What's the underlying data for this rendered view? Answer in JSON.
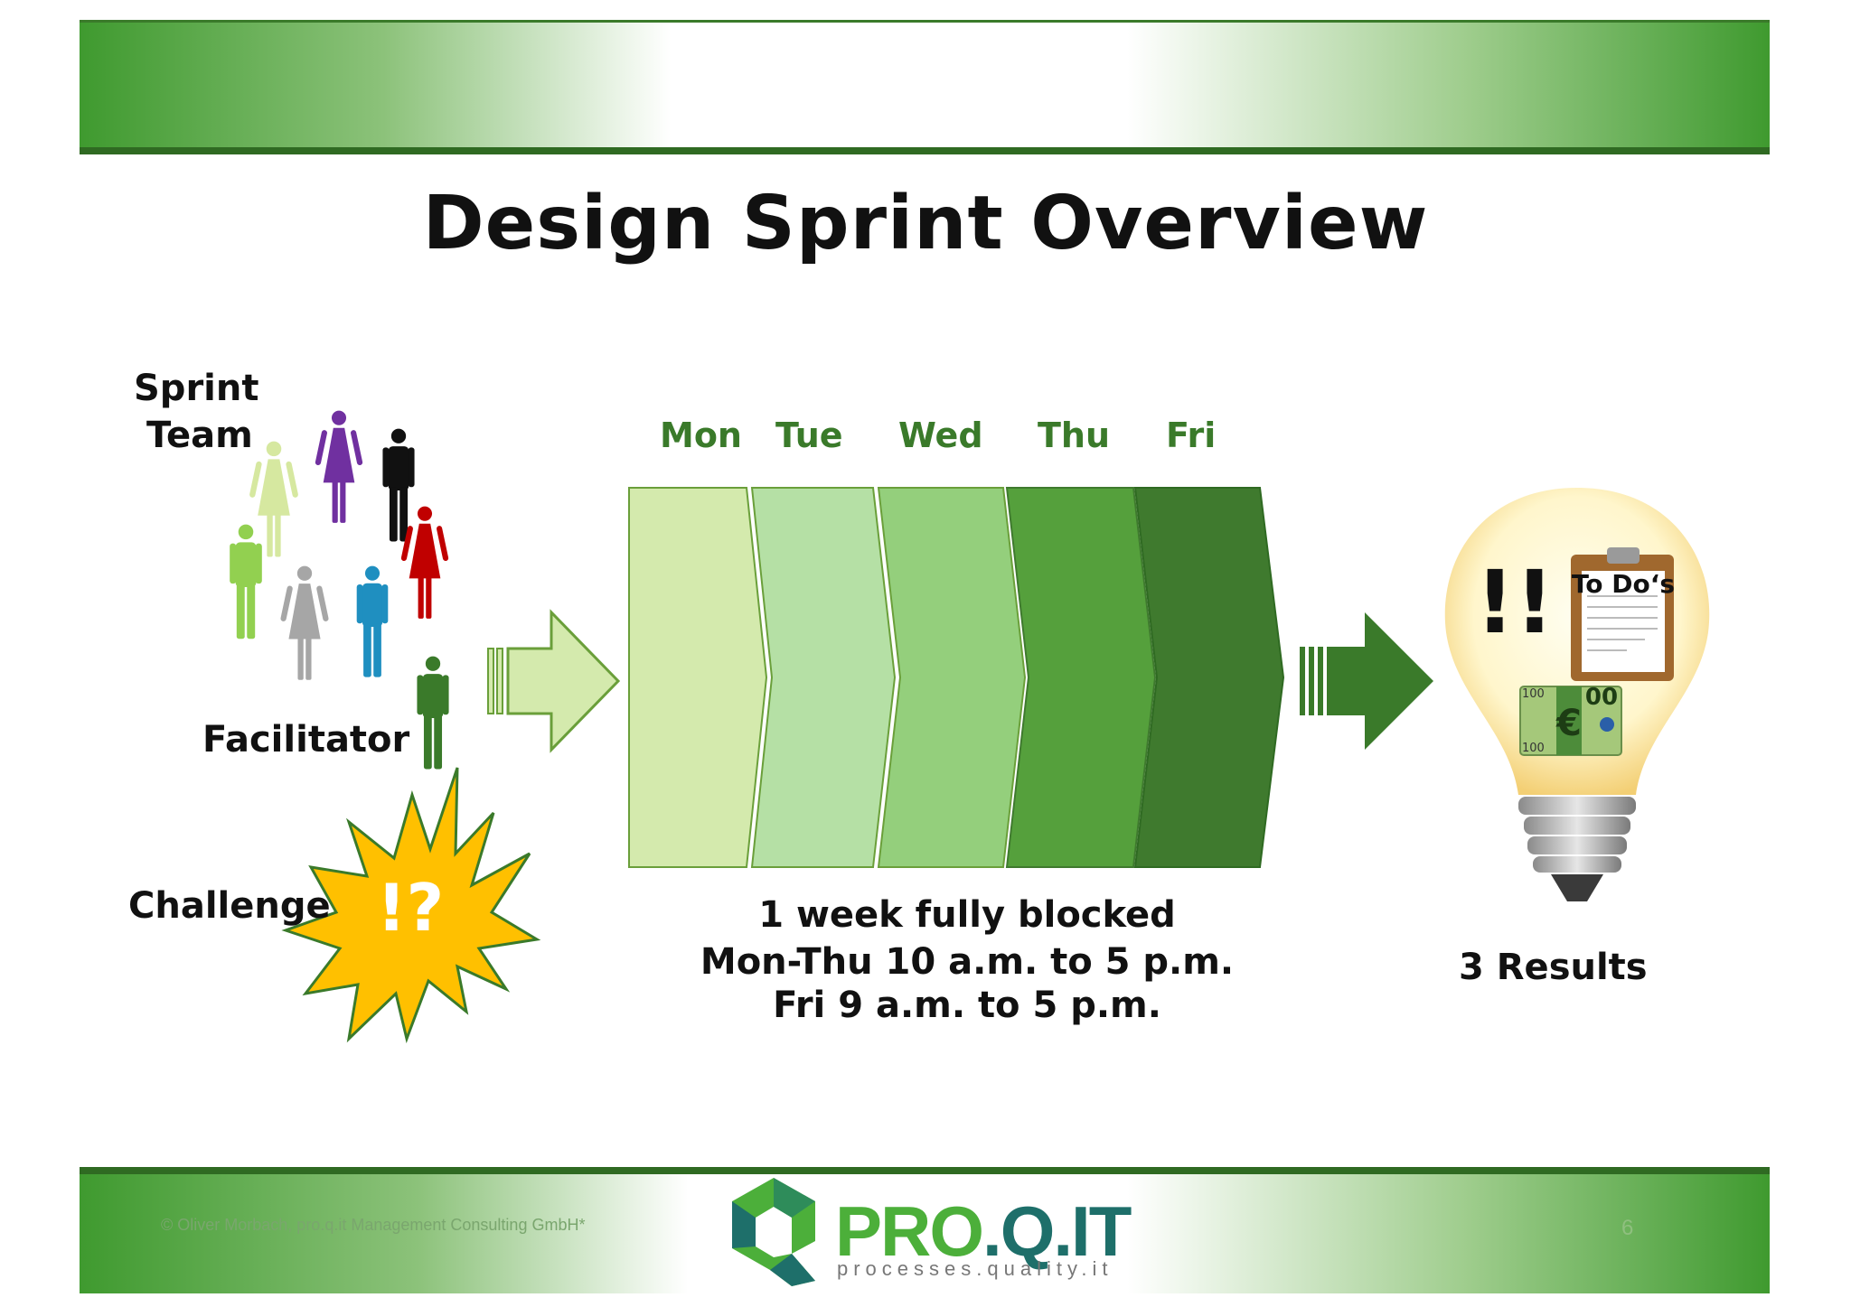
{
  "title": "Design Sprint Overview",
  "team_label_line1": "Sprint",
  "team_label_line2": "Team",
  "facilitator_label": "Facilitator",
  "challenge_label": "Challenge",
  "challenge_symbol": "!?",
  "days": [
    "Mon",
    "Tue",
    "Wed",
    "Thu",
    "Fri"
  ],
  "schedule": {
    "line1": "1 week fully blocked",
    "line2": "Mon-Thu 10 a.m. to 5 p.m.",
    "line3": "Fri 9 a.m. to 5 p.m."
  },
  "results": {
    "label": "3 Results",
    "exclamation": "!!",
    "todo_label": "To Do‘s",
    "euro": "€",
    "money_value": "00",
    "money_small": "100"
  },
  "footer": {
    "copyright": "© Oliver Morbach, pro.q.it Management Consulting GmbH*",
    "page_number": "6",
    "logo_pro": "PRO",
    "logo_qit": ".Q.IT",
    "logo_tagline": "processes.quality.it"
  },
  "colors": {
    "day_shades": [
      "#d4eaad",
      "#b5e0a5",
      "#94cf7c",
      "#55a03c",
      "#3f7a2e"
    ],
    "brand_green": "#3a7a2a",
    "challenge_yellow": "#ffc000"
  }
}
